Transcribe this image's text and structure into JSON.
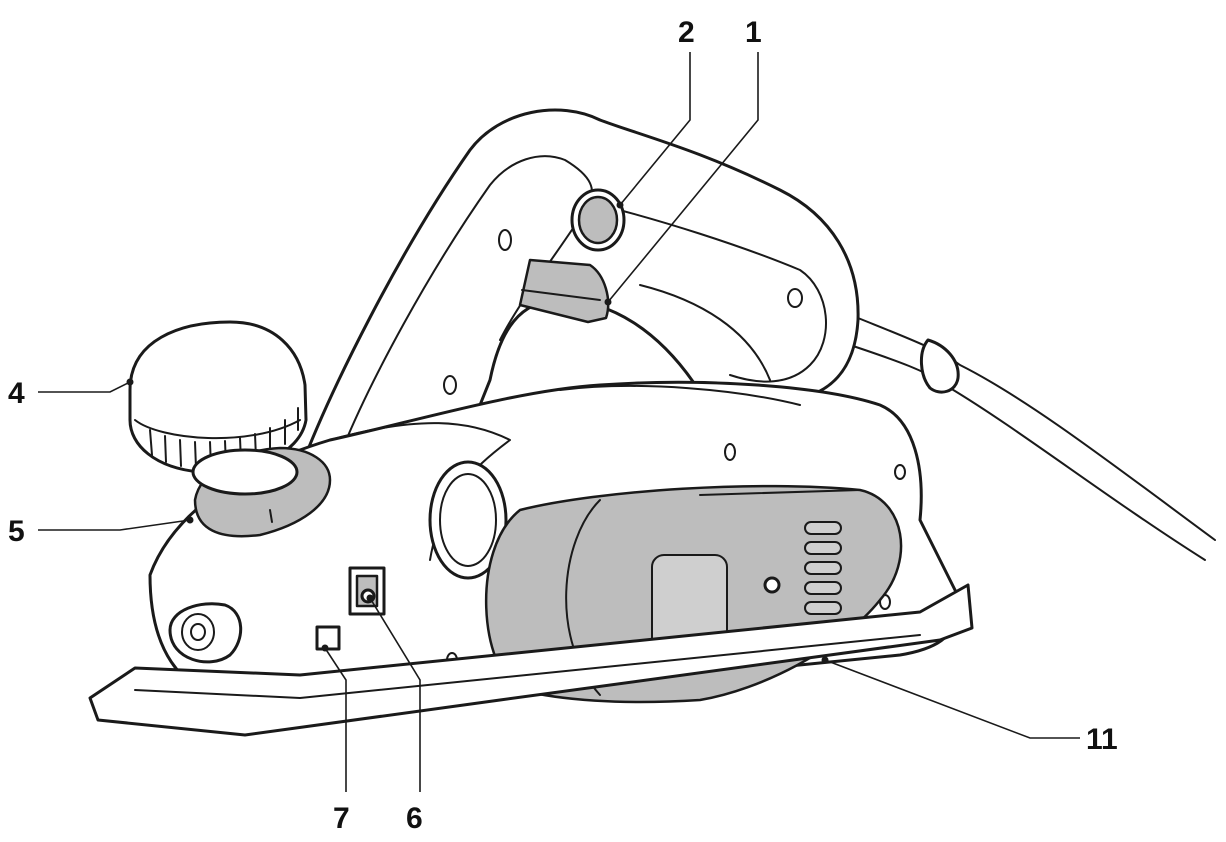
{
  "diagram": {
    "colors": {
      "line": "#1a1a1a",
      "shade": "#bdbdbd",
      "background": "#ffffff"
    },
    "callouts": {
      "c1": "1",
      "c2": "2",
      "c4": "4",
      "c5": "5",
      "c6": "6",
      "c7": "7",
      "c11": "11"
    }
  }
}
